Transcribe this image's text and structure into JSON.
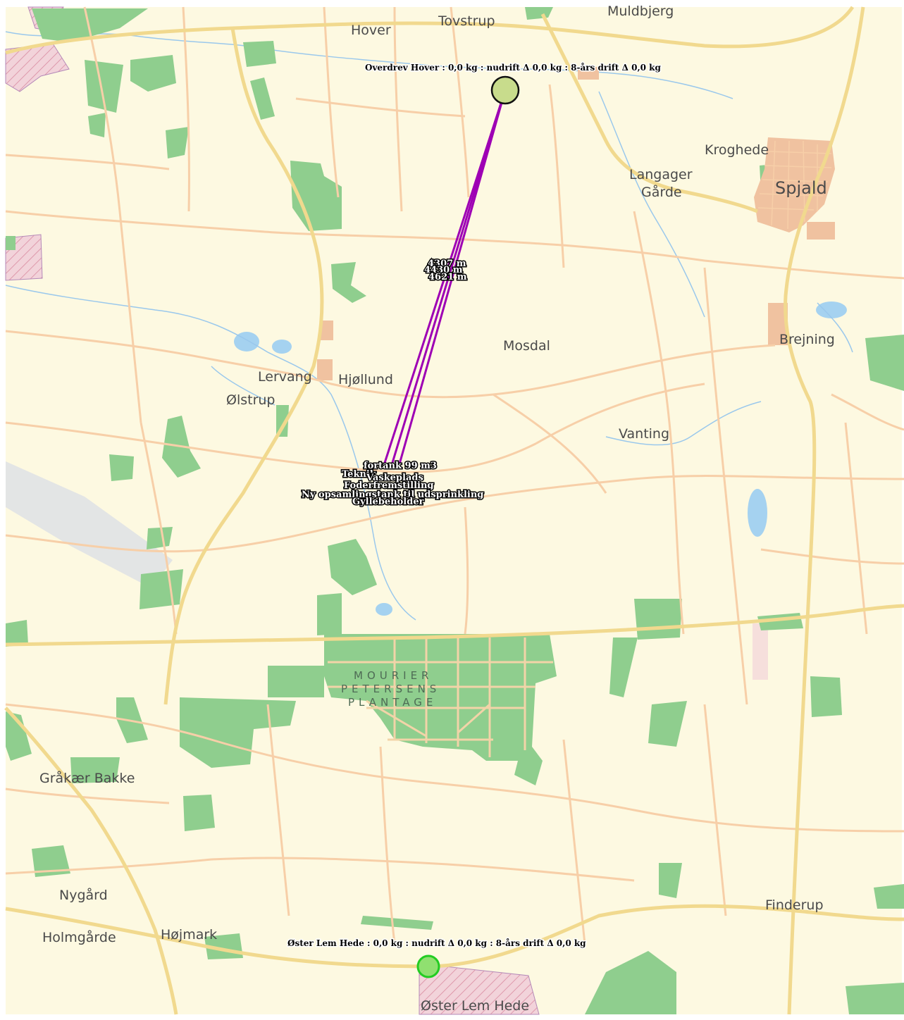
{
  "places": {
    "hover": "Hover",
    "tovstrup": "Tovstrup",
    "muldbjerg": "Muldbjerg",
    "kroghede": "Kroghede",
    "langager": "Langager",
    "gaarde": "Gårde",
    "spjald": "Spjald",
    "mosdal": "Mosdal",
    "brejning": "Brejning",
    "lervang": "Lervang",
    "hjollund": "Hjøllund",
    "olstrup": "Ølstrup",
    "vanting": "Vanting",
    "grakaer_bakke": "Gråkær Bakke",
    "nygaard": "Nygård",
    "holmgaarde": "Holmgårde",
    "hojmark": "Højmark",
    "finderup": "Finderup",
    "oster_lem_hede": "Øster Lem Hede"
  },
  "forest_label": [
    "MOURIER",
    "PETERSENS",
    "PLANTAGE"
  ],
  "markers": {
    "north": {
      "label": "Overdrev Hover : 0,0 kg : nudrift Δ 0,0 kg : 8-års drift Δ 0,0 kg",
      "fill": "#c8dc8c",
      "stroke": "#111111"
    },
    "south": {
      "label": "Øster Lem Hede : 0,0 kg : nudrift Δ 0,0 kg : 8-års drift Δ 0,0 kg",
      "fill": "#90e070",
      "stroke": "#22cc22"
    }
  },
  "distances": [
    "4307 m",
    "4430 m",
    "4621 m"
  ],
  "sources": [
    "fortank 99 m3",
    "Teknik",
    "Vaskeplads",
    "Foderfremstilling",
    "Ny opsamlingstank til udsprinkling",
    "Gyllebeholder"
  ],
  "colors": {
    "background": "#fdf9e1",
    "road": "#f7cfa8",
    "main_road": "#f1d98e",
    "forest": "#8fce8e",
    "water": "#a5d2f0",
    "settlement": "#f0c2a0",
    "protected": "#f2cfd6",
    "line": "#9e00b4"
  },
  "icons": [
    "north-marker-circle-icon",
    "south-marker-circle-icon"
  ]
}
